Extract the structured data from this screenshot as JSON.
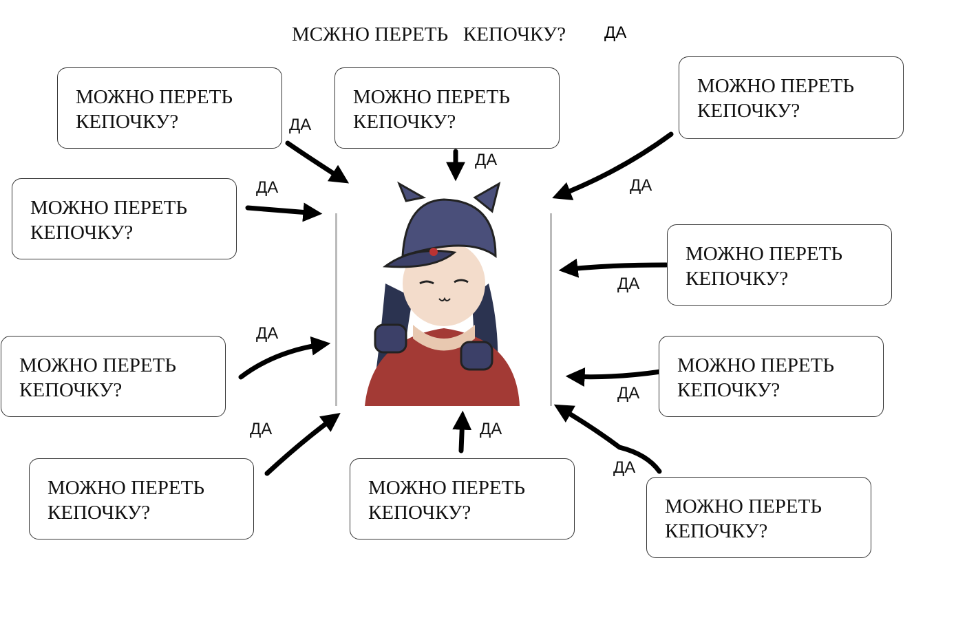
{
  "title": {
    "text": "МСЖНО ПЕРЕТЬ   КЕПОЧКУ?",
    "answer": "ДА"
  },
  "question": "МОЖНО ПЕРЕТЬ\nКЕПОЧКУ?",
  "boxes": [
    {
      "text": "МОЖНО ПЕРЕТЬ\nКЕПОЧКУ?",
      "answer": "ДА"
    },
    {
      "text": "МОЖНО ПЕРЕТЬ\nКЕПОЧКУ?",
      "answer": "ДА"
    },
    {
      "text": "МОЖНО ПЕРЕТЬ\nКЕПОЧКУ?",
      "answer": "ДА"
    },
    {
      "text": "МОЖНО ПЕРЕТЬ\nКЕПОЧКУ?",
      "answer": "ДА"
    },
    {
      "text": "МОЖНО ПЕРЕТЬ\nКЕПОЧКУ?",
      "answer": "ДА"
    },
    {
      "text": "МОЖНО ПЕРЕТЬ\nКЕПОЧКУ?",
      "answer": "ДА"
    },
    {
      "text": "МОЖНО ПЕРЕТЬ\nКЕПОЧКУ?",
      "answer": "ДА"
    },
    {
      "text": "МОЖНО ПЕРЕТЬ\nКЕПОЧКУ?",
      "answer": "ДА"
    },
    {
      "text": "МОЖНО ПЕРЕТЬ\nКЕПОЧКУ?",
      "answer": "ДА"
    },
    {
      "text": "МОЖНО ПЕРЕТЬ\nКЕПОЧКУ?",
      "answer": "ДА"
    }
  ],
  "colors": {
    "ink": "#111111",
    "cap": "#4a4f7a",
    "sweater": "#a33a35",
    "hair": "#2b3350"
  }
}
